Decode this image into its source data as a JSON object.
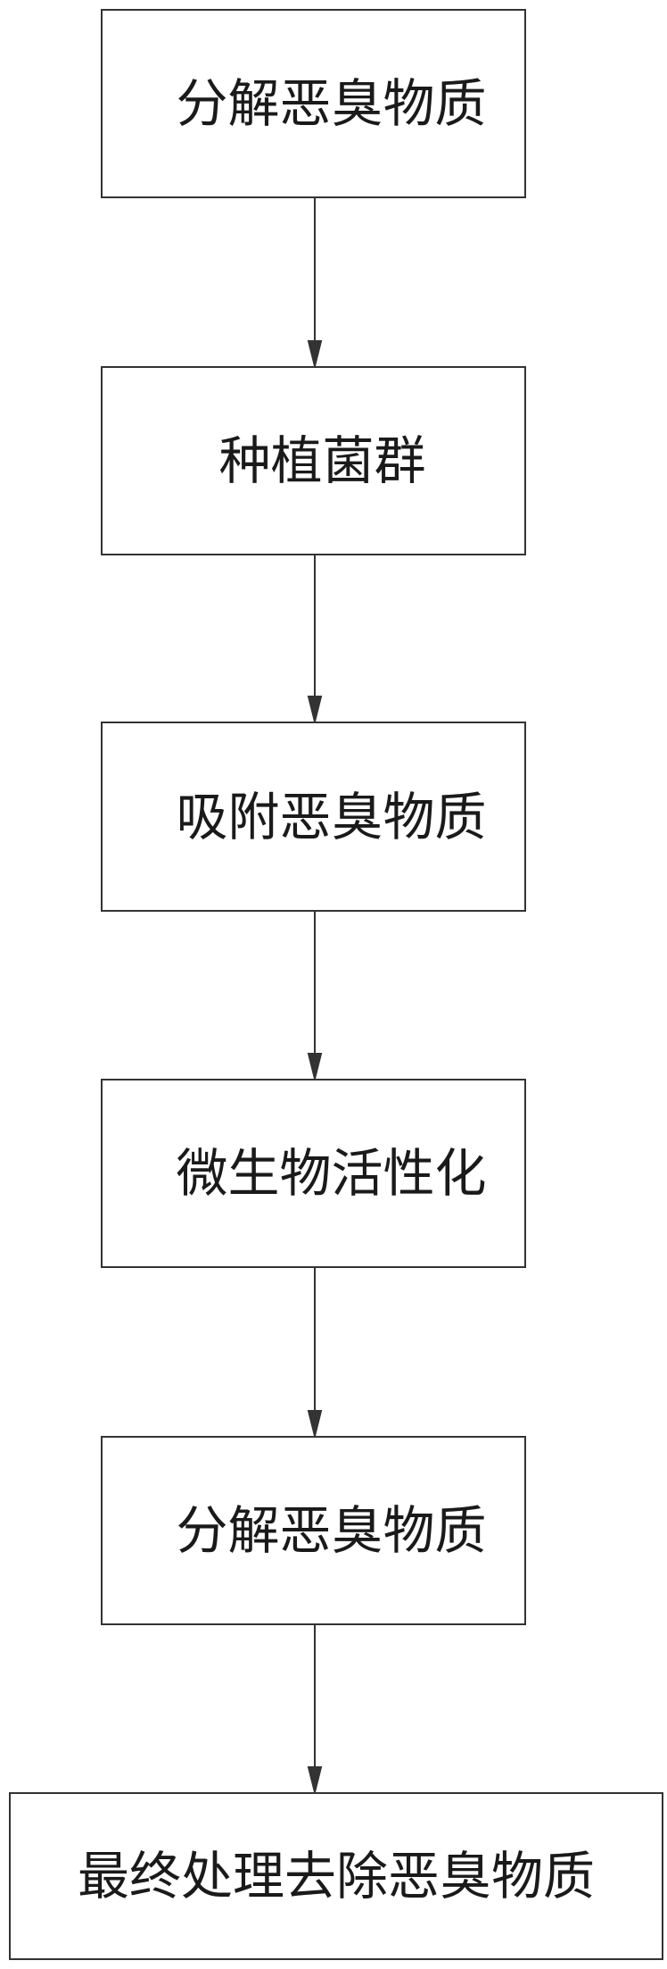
{
  "flowchart": {
    "steps": [
      {
        "label": "分解恶臭物质"
      },
      {
        "label": "种植菌群"
      },
      {
        "label": "吸附恶臭物质"
      },
      {
        "label": "微生物活性化"
      },
      {
        "label": "分解恶臭物质"
      },
      {
        "label": "最终处理去除恶臭物质"
      }
    ],
    "colors": {
      "line": "#333333",
      "text": "#1a1a1a",
      "background": "#ffffff"
    }
  }
}
